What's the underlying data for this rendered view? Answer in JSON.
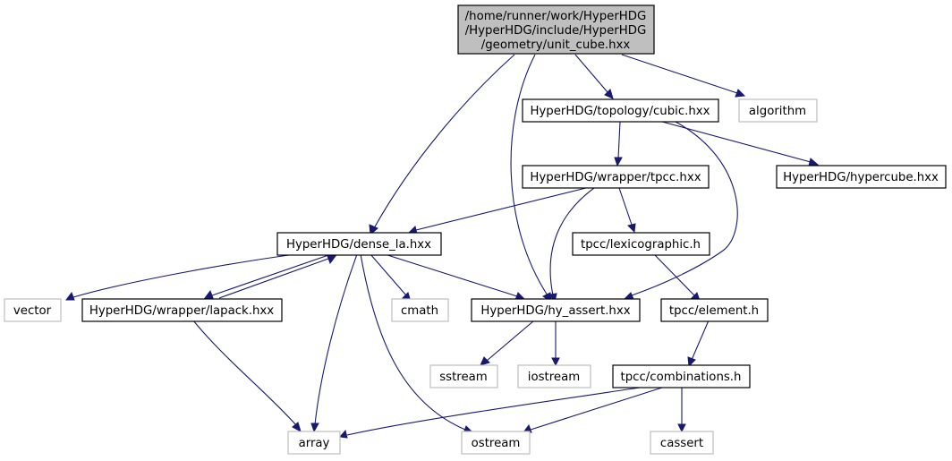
{
  "graph": {
    "root": {
      "lines": [
        "/home/runner/work/HyperHDG",
        "/HyperHDG/include/HyperHDG",
        "/geometry/unit_cube.hxx"
      ]
    },
    "nodes": {
      "cubic": "HyperHDG/topology/cubic.hxx",
      "algorithm": "algorithm",
      "tpcc": "HyperHDG/wrapper/tpcc.hxx",
      "hypercube": "HyperHDG/hypercube.hxx",
      "dense_la": "HyperHDG/dense_la.hxx",
      "lexicographic": "tpcc/lexicographic.h",
      "vector": "vector",
      "lapack": "HyperHDG/wrapper/lapack.hxx",
      "cmath": "cmath",
      "hy_assert": "HyperHDG/hy_assert.hxx",
      "element": "tpcc/element.h",
      "sstream": "sstream",
      "iostream": "iostream",
      "combinations": "tpcc/combinations.h",
      "array": "array",
      "ostream": "ostream",
      "cassert": "cassert"
    },
    "colors": {
      "edge": "#191970",
      "root_fill": "#bfbfbf",
      "node_border": "#000000",
      "external_border": "#bfbfbf"
    }
  }
}
